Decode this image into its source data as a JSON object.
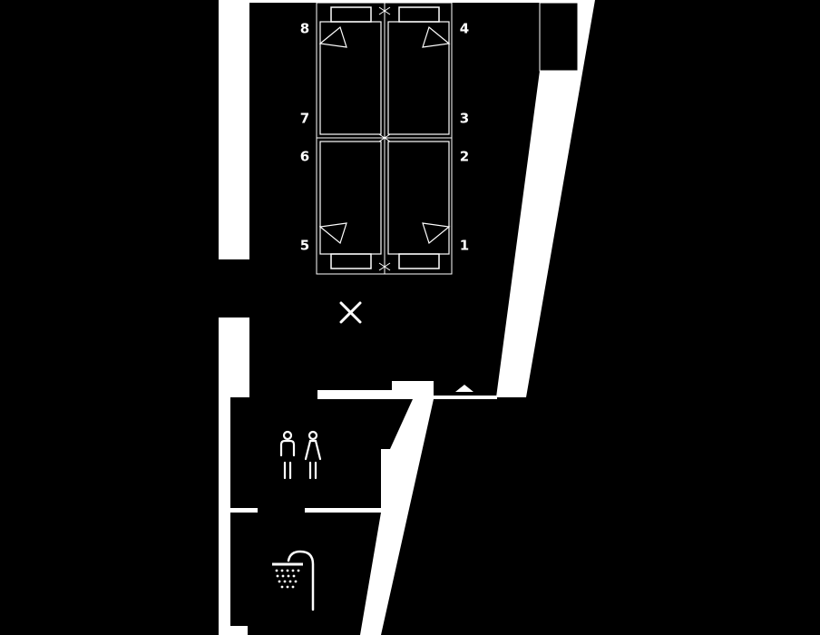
{
  "plan": {
    "bed_numbers": [
      "1",
      "2",
      "3",
      "4",
      "5",
      "6",
      "7",
      "8"
    ],
    "room_icons": {
      "main_room": "x-mark-icon",
      "door": "entrance-arrow-icon",
      "restroom": "toilet-man-woman-icon",
      "shower": "shower-icon"
    },
    "colors": {
      "background": "#000000",
      "walls": "#ffffff"
    }
  }
}
